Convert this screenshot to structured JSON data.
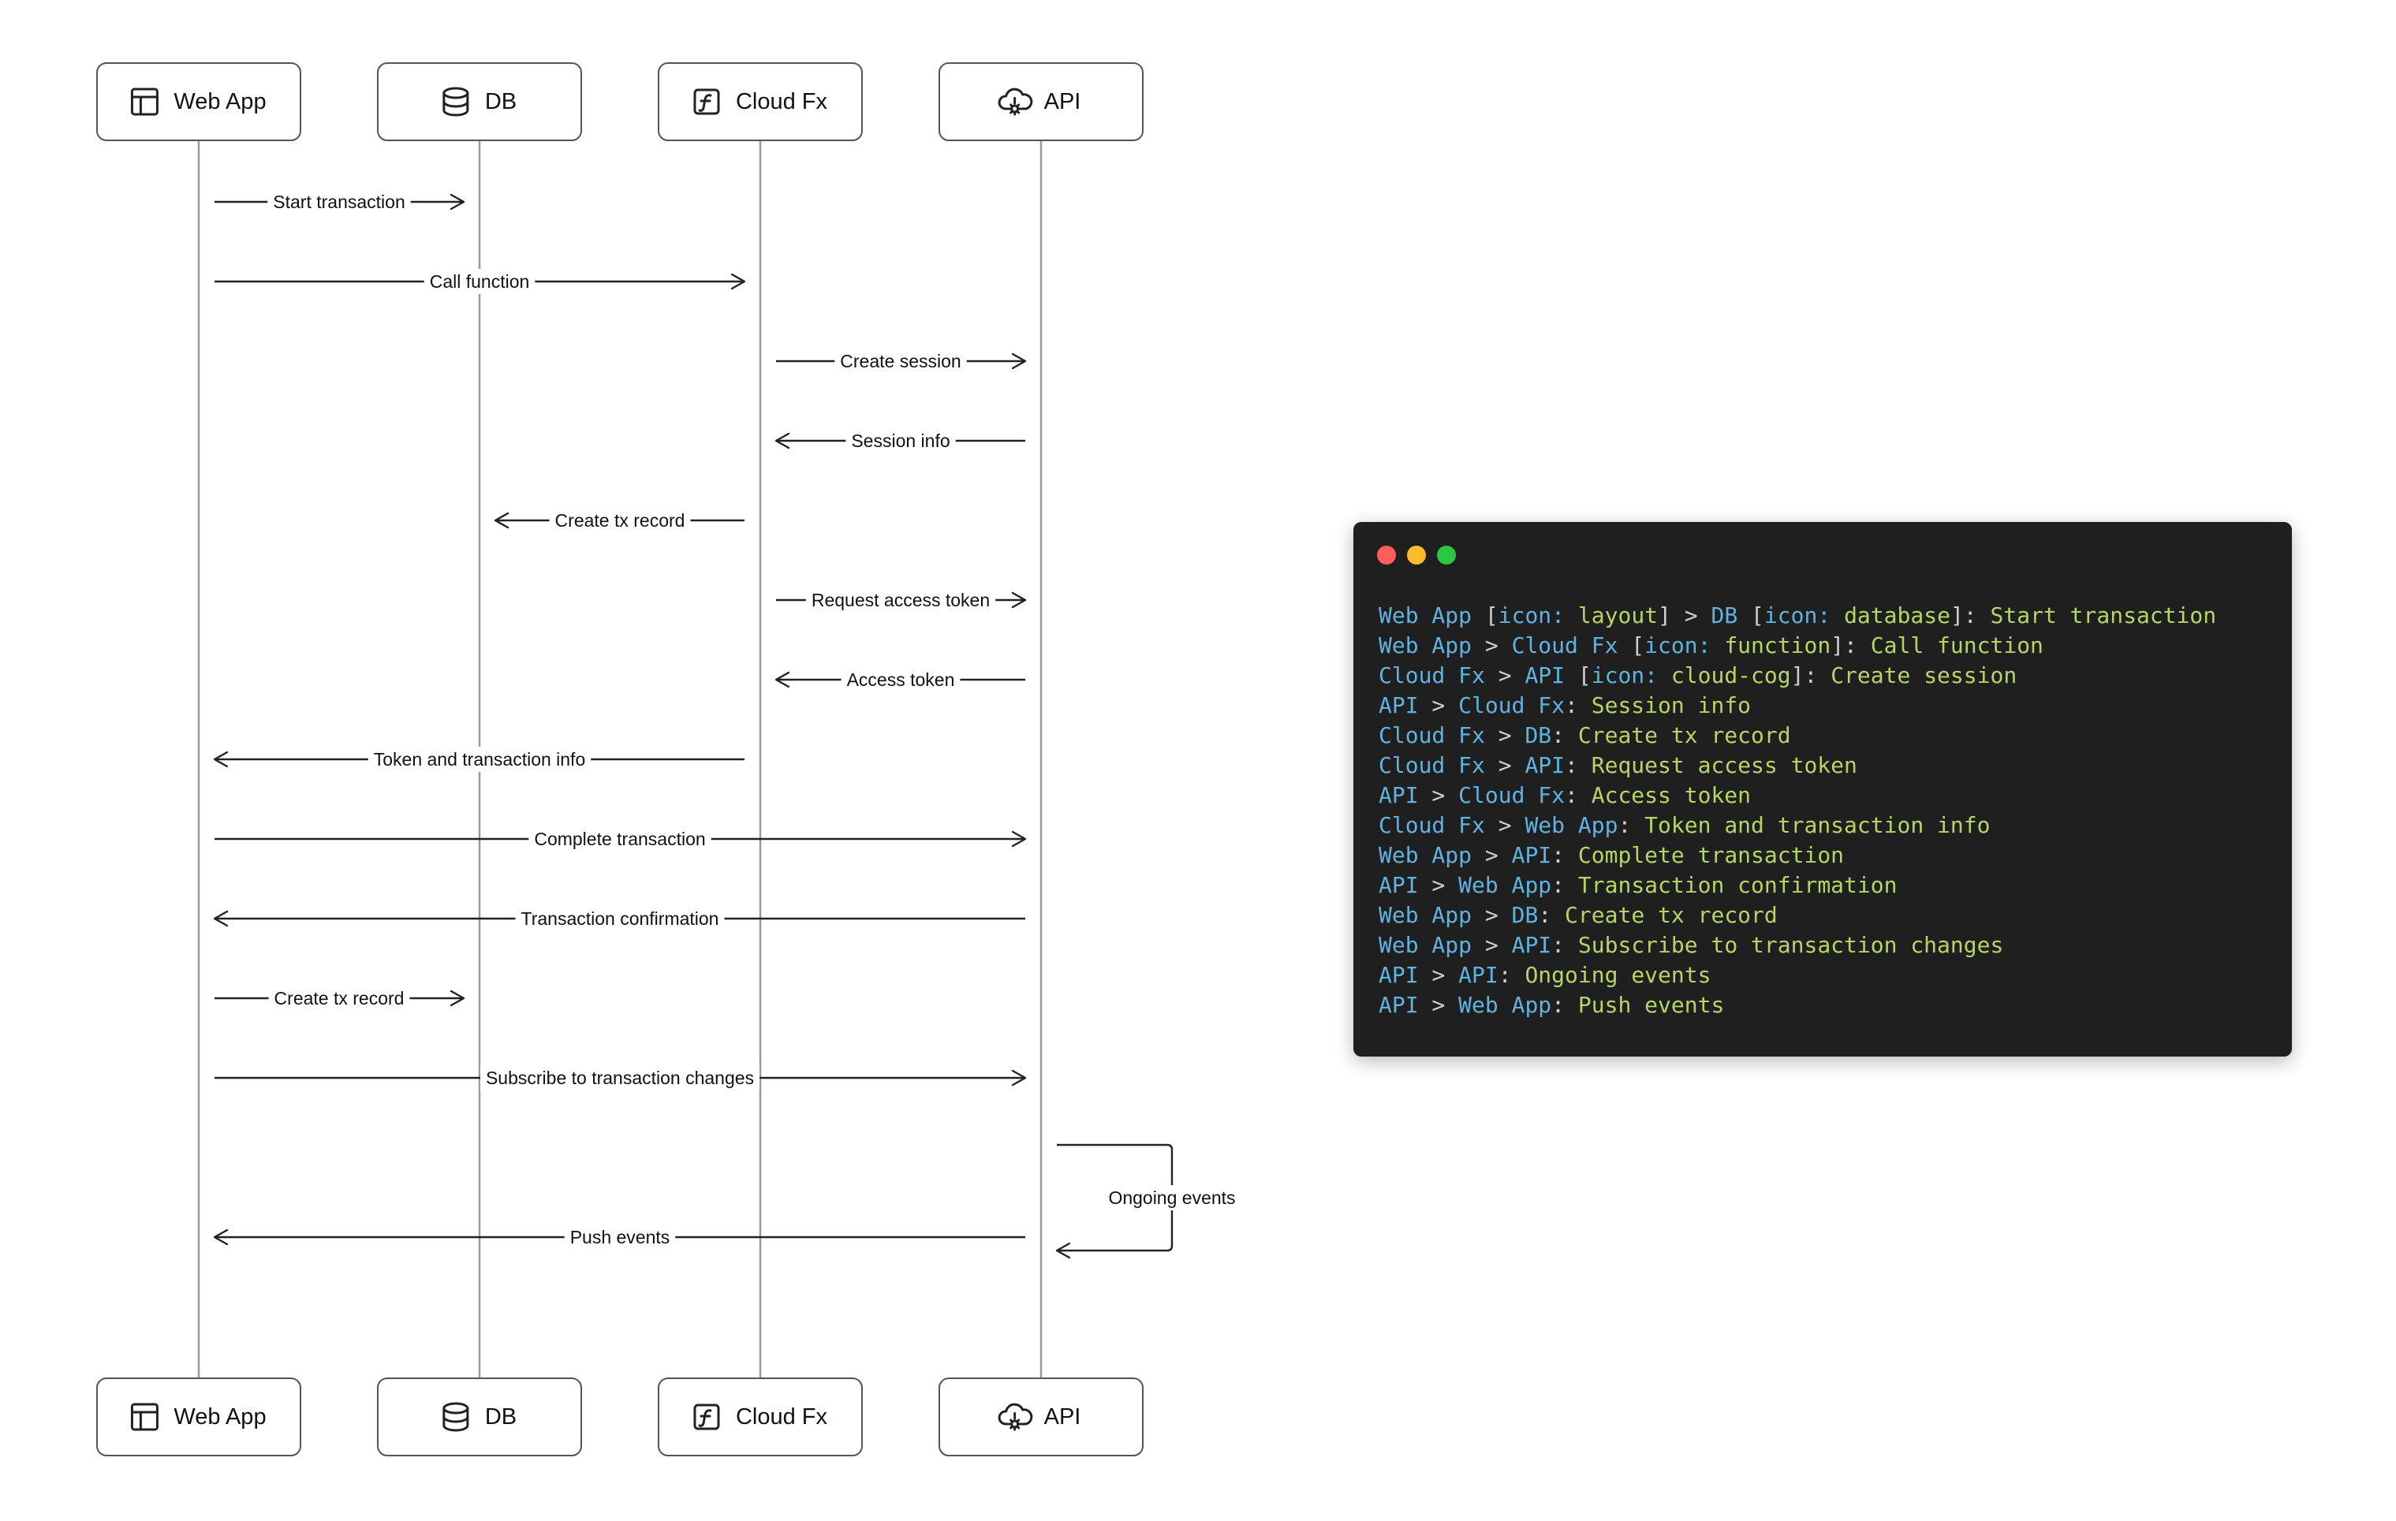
{
  "colors": {
    "window_bg": "#1f1f1f",
    "dot_red": "#ff5f57",
    "dot_yellow": "#febc2e",
    "dot_green": "#28c840",
    "code_name": "#5fb3e0",
    "code_label": "#b7d566",
    "code_punct": "#cfcfcf"
  },
  "participants": [
    {
      "name": "Web App",
      "icon": "layout"
    },
    {
      "name": "DB",
      "icon": "database"
    },
    {
      "name": "Cloud Fx",
      "icon": "function"
    },
    {
      "name": "API",
      "icon": "cloud-cog"
    }
  ],
  "messages": [
    {
      "from": 0,
      "to": 1,
      "label": "Start transaction"
    },
    {
      "from": 0,
      "to": 2,
      "label": "Call function"
    },
    {
      "from": 2,
      "to": 3,
      "label": "Create session"
    },
    {
      "from": 3,
      "to": 2,
      "label": "Session info"
    },
    {
      "from": 2,
      "to": 1,
      "label": "Create tx record"
    },
    {
      "from": 2,
      "to": 3,
      "label": "Request access token"
    },
    {
      "from": 3,
      "to": 2,
      "label": "Access token"
    },
    {
      "from": 2,
      "to": 0,
      "label": "Token and transaction info"
    },
    {
      "from": 0,
      "to": 3,
      "label": "Complete transaction"
    },
    {
      "from": 3,
      "to": 0,
      "label": "Transaction confirmation"
    },
    {
      "from": 0,
      "to": 1,
      "label": "Create tx record"
    },
    {
      "from": 0,
      "to": 3,
      "label": "Subscribe to transaction changes"
    },
    {
      "from": 3,
      "to": 3,
      "label": "Ongoing events"
    },
    {
      "from": 3,
      "to": 0,
      "label": "Push events"
    }
  ],
  "code_window": {
    "lines": [
      [
        [
          "name",
          "Web App"
        ],
        [
          "punct",
          " ["
        ],
        [
          "key",
          "icon:"
        ],
        [
          "val",
          " layout"
        ],
        [
          "punct",
          "] > "
        ],
        [
          "name",
          "DB"
        ],
        [
          "punct",
          " ["
        ],
        [
          "key",
          "icon:"
        ],
        [
          "val",
          " database"
        ],
        [
          "punct",
          "]: "
        ],
        [
          "label",
          "Start transaction"
        ]
      ],
      [
        [
          "name",
          "Web App"
        ],
        [
          "punct",
          " > "
        ],
        [
          "name",
          "Cloud Fx"
        ],
        [
          "punct",
          " ["
        ],
        [
          "key",
          "icon:"
        ],
        [
          "val",
          " function"
        ],
        [
          "punct",
          "]: "
        ],
        [
          "label",
          "Call function"
        ]
      ],
      [
        [
          "name",
          "Cloud Fx"
        ],
        [
          "punct",
          " > "
        ],
        [
          "name",
          "API"
        ],
        [
          "punct",
          " ["
        ],
        [
          "key",
          "icon:"
        ],
        [
          "val",
          " cloud-cog"
        ],
        [
          "punct",
          "]: "
        ],
        [
          "label",
          "Create session"
        ]
      ],
      [
        [
          "name",
          "API"
        ],
        [
          "punct",
          " > "
        ],
        [
          "name",
          "Cloud Fx"
        ],
        [
          "punct",
          ": "
        ],
        [
          "label",
          "Session info"
        ]
      ],
      [
        [
          "name",
          "Cloud Fx"
        ],
        [
          "punct",
          " > "
        ],
        [
          "name",
          "DB"
        ],
        [
          "punct",
          ": "
        ],
        [
          "label",
          "Create tx record"
        ]
      ],
      [
        [
          "name",
          "Cloud Fx"
        ],
        [
          "punct",
          " > "
        ],
        [
          "name",
          "API"
        ],
        [
          "punct",
          ": "
        ],
        [
          "label",
          "Request access token"
        ]
      ],
      [
        [
          "name",
          "API"
        ],
        [
          "punct",
          " > "
        ],
        [
          "name",
          "Cloud Fx"
        ],
        [
          "punct",
          ": "
        ],
        [
          "label",
          "Access token"
        ]
      ],
      [
        [
          "name",
          "Cloud Fx"
        ],
        [
          "punct",
          " > "
        ],
        [
          "name",
          "Web App"
        ],
        [
          "punct",
          ": "
        ],
        [
          "label",
          "Token and transaction info"
        ]
      ],
      [
        [
          "name",
          "Web App"
        ],
        [
          "punct",
          " > "
        ],
        [
          "name",
          "API"
        ],
        [
          "punct",
          ": "
        ],
        [
          "label",
          "Complete transaction"
        ]
      ],
      [
        [
          "name",
          "API"
        ],
        [
          "punct",
          " > "
        ],
        [
          "name",
          "Web App"
        ],
        [
          "punct",
          ": "
        ],
        [
          "label",
          "Transaction confirmation"
        ]
      ],
      [
        [
          "name",
          "Web App"
        ],
        [
          "punct",
          " > "
        ],
        [
          "name",
          "DB"
        ],
        [
          "punct",
          ": "
        ],
        [
          "label",
          "Create tx record"
        ]
      ],
      [
        [
          "name",
          "Web App"
        ],
        [
          "punct",
          " > "
        ],
        [
          "name",
          "API"
        ],
        [
          "punct",
          ": "
        ],
        [
          "label",
          "Subscribe to transaction changes"
        ]
      ],
      [
        [
          "name",
          "API"
        ],
        [
          "punct",
          " > "
        ],
        [
          "name",
          "API"
        ],
        [
          "punct",
          ": "
        ],
        [
          "label",
          "Ongoing events"
        ]
      ],
      [
        [
          "name",
          "API"
        ],
        [
          "punct",
          " > "
        ],
        [
          "name",
          "Web App"
        ],
        [
          "punct",
          ": "
        ],
        [
          "label",
          "Push events"
        ]
      ]
    ]
  }
}
